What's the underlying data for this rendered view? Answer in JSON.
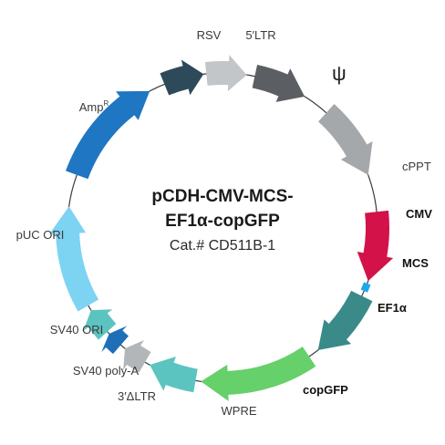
{
  "title": {
    "line1": "pCDH-CMV-MCS-",
    "line2": "EF1α-copGFP",
    "catalog": "Cat.# CD511B-1"
  },
  "features": [
    {
      "name": "RSV",
      "color": "#2e4a5a",
      "bold": false,
      "start": 338,
      "end": 353
    },
    {
      "name": "5′LTR",
      "color": "#c2c6c9",
      "bold": false,
      "start": 354,
      "end": 9
    },
    {
      "name": "ψ",
      "color": "#5b5f63",
      "bold": false,
      "start": 12,
      "end": 32,
      "label_size": "large"
    },
    {
      "name": "cPPT",
      "color": "#a5a8ab",
      "bold": false,
      "start": 42,
      "end": 70
    },
    {
      "name": "CMV",
      "color": "#d3124a",
      "bold": true,
      "start": 84,
      "end": 110
    },
    {
      "name": "MCS",
      "color": "#1aa9e6",
      "bold": true,
      "start": 111,
      "end": 114
    },
    {
      "name": "EF1α",
      "color": "#3a8a8a",
      "bold": true,
      "start": 116,
      "end": 142
    },
    {
      "name": "copGFP",
      "color": "#66d06a",
      "bold": true,
      "start": 146,
      "end": 188
    },
    {
      "name": "WPRE",
      "color": "#5cc4c0",
      "bold": false,
      "start": 190,
      "end": 208
    },
    {
      "name": "3′ΔLTR",
      "color": "#b3b6b9",
      "bold": false,
      "start": 210,
      "end": 219
    },
    {
      "name": "SV40 poly-A",
      "color": "#1e6fb8",
      "bold": false,
      "start": 221,
      "end": 227
    },
    {
      "name": "SV40 ORI",
      "color": "#5cc4c0",
      "bold": false,
      "start": 228,
      "end": 238
    },
    {
      "name": "pUC ORI",
      "color": "#7dd3f2",
      "bold": false,
      "start": 240,
      "end": 278
    },
    {
      "name": "AmpR",
      "label_main": "Amp",
      "label_sup": "R",
      "color": "#1f76c2",
      "bold": false,
      "start": 290,
      "end": 332
    }
  ]
}
